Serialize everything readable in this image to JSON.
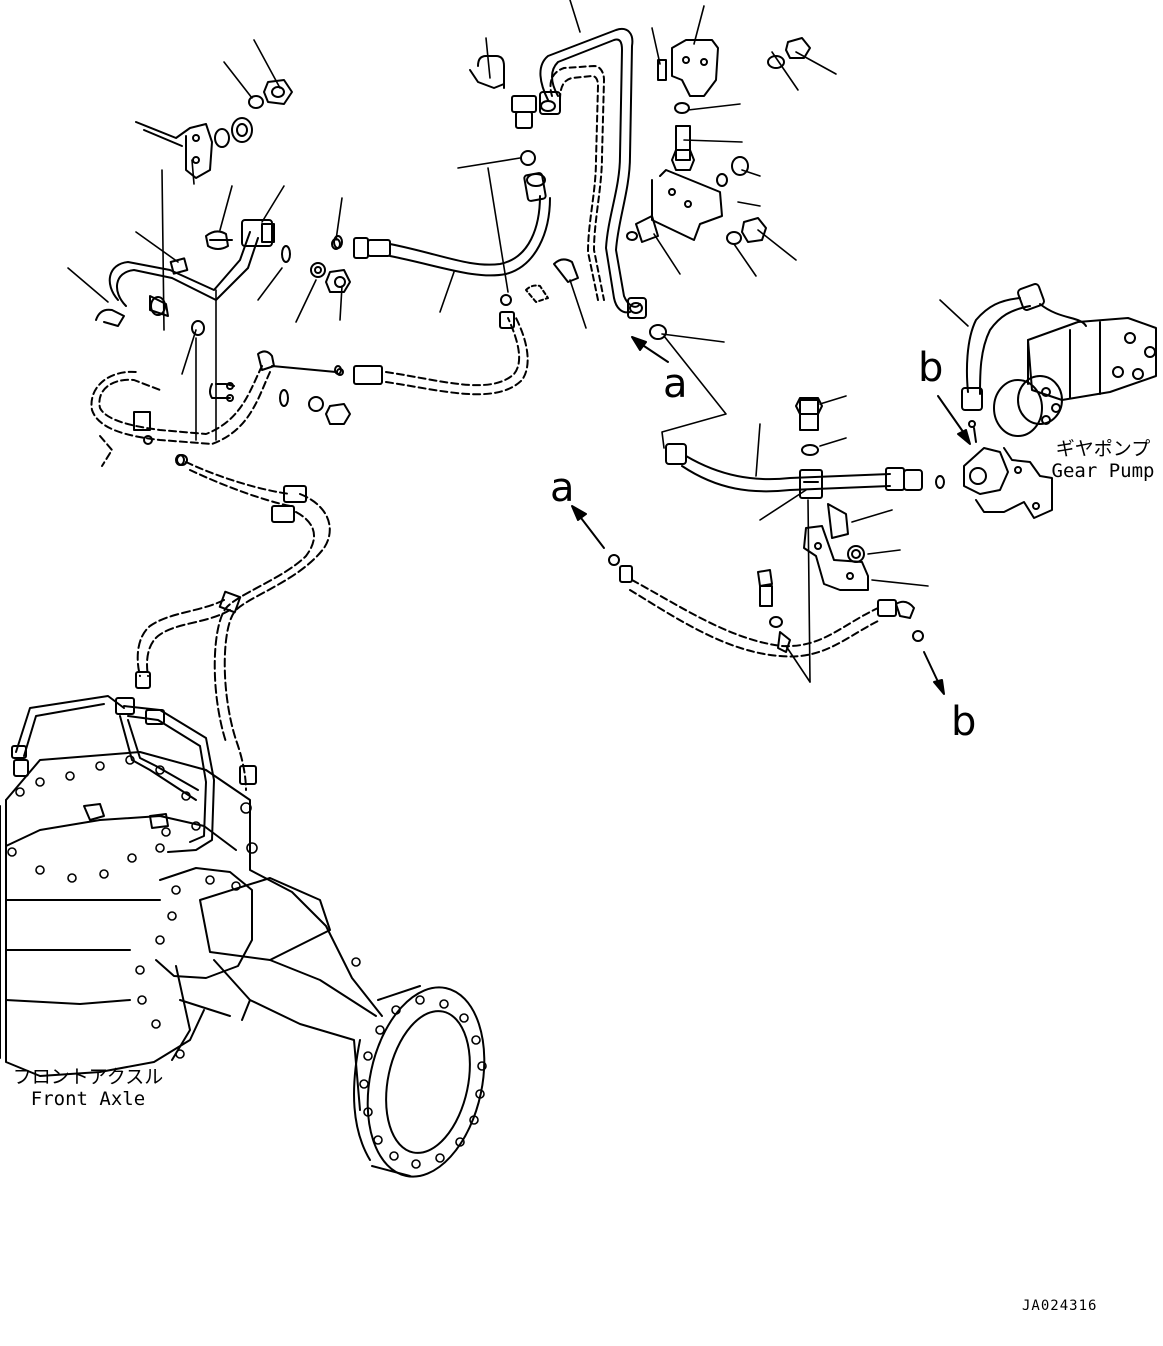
{
  "callouts": {
    "a_top": "a",
    "a_left": "a",
    "b_top": "b",
    "b_bottom": "b"
  },
  "captions": {
    "gear_pump_jp": "ギヤポンプ",
    "gear_pump_en": "Gear Pump",
    "front_axle_jp": "フロントアクスル",
    "front_axle_en": "Front Axle"
  },
  "drawing_code": "JA024316"
}
